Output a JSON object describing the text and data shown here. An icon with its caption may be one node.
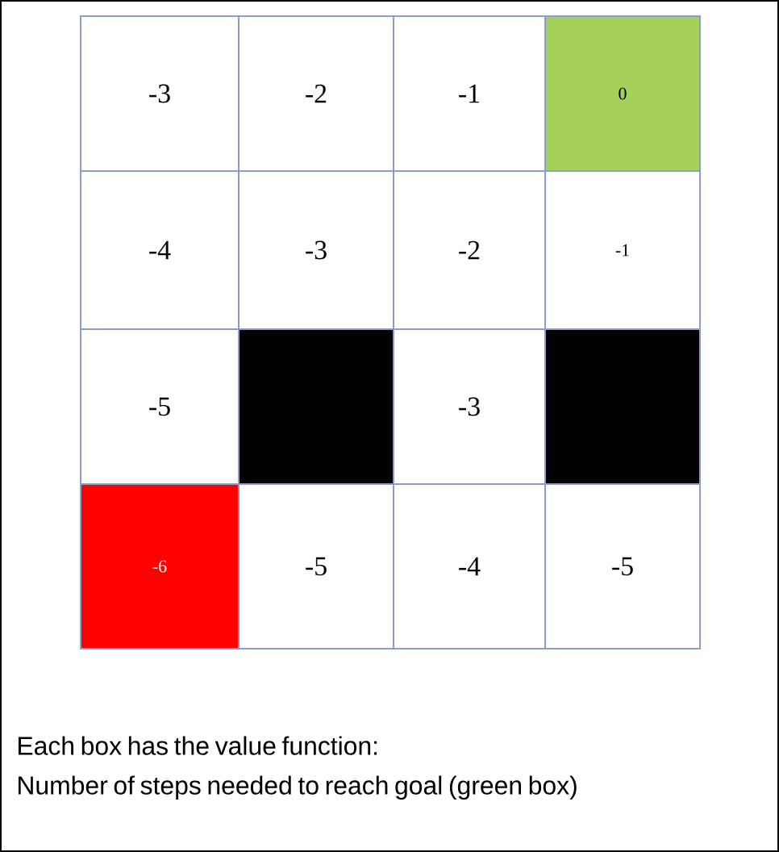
{
  "diagram": {
    "nodes": [
      {
        "text": [
          "-3"
        ]
      },
      {
        "text": [
          "-2"
        ]
      },
      {
        "text": [
          "-1"
        ]
      },
      {
        "text": [
          "0"
        ]
      },
      {
        "text": [
          "-4"
        ]
      },
      {
        "text": [
          "-3"
        ]
      },
      {
        "text": [
          "-2"
        ]
      },
      {
        "text": [
          "-1"
        ]
      },
      {
        "text": [
          "-5"
        ]
      },
      {
        "text": [],
        "shape": "box"
      },
      {
        "text": [
          "-3"
        ]
      },
      {
        "text": [],
        "shape": "box"
      },
      {
        "text": [
          "-6"
        ]
      },
      {
        "text": [
          "-5"
        ]
      },
      {
        "text": [
          "-4"
        ]
      },
      {
        "text": [
          "-5"
        ]
      }
    ],
    "labels": [
      "Each box has the value function:",
      "Number of steps needed to reach goal (green box)"
    ]
  }
}
